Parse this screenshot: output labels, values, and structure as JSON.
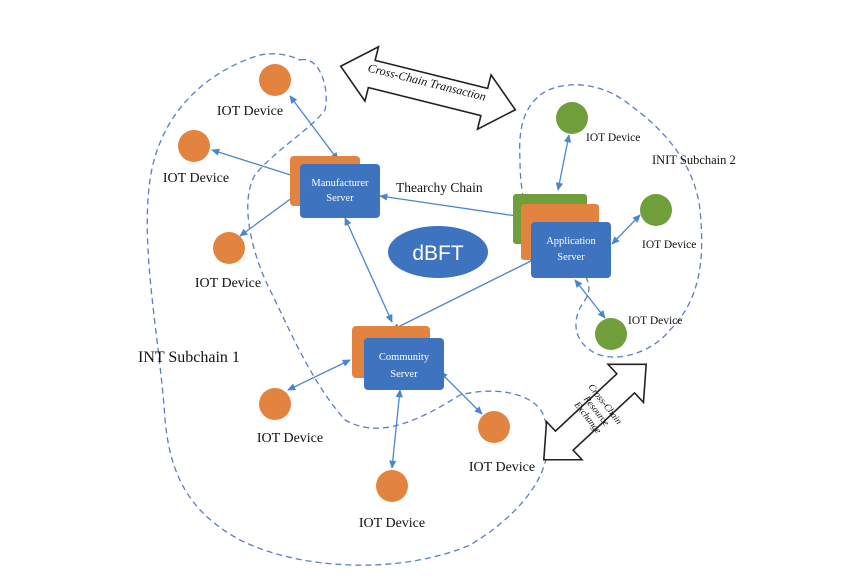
{
  "labels": {
    "cross_chain_transaction": "Cross-Chain Transaction",
    "hierarchy_chain": "Thearchy Chain",
    "int_subchain_1": "INT Subchain 1",
    "int_subchain_2": "INIT Subchain 2",
    "cross_chain_resource_line1": "Cross-Chain",
    "cross_chain_resource_line2": "Resource",
    "cross_chain_resource_line3": "Exchange",
    "consensus": "dBFT"
  },
  "servers": {
    "manufacturer_line1": "Manufacturer",
    "manufacturer_line2": "Server",
    "application_line1": "Application",
    "application_line2": "Server",
    "community_line1": "Community",
    "community_line2": "Server"
  },
  "devices": [
    "IOT Device",
    "IOT Device",
    "IOT Device",
    "IOT Device",
    "IOT Device",
    "IOT Device",
    "IOT Device",
    "IOT Device",
    "IOT Device"
  ],
  "colors": {
    "server_blue": "#3e73c0",
    "server_orange": "#e2843f",
    "server_green": "#6f9e3a",
    "link_blue": "#4a86d0",
    "dbft_ellipse": "#3e73c0"
  }
}
